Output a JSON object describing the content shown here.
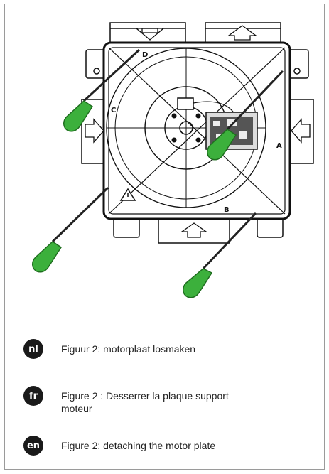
{
  "figure": {
    "labels": {
      "a": "A",
      "b": "B",
      "c": "C",
      "d": "D"
    },
    "icons": [
      "arrow-down-icon",
      "arrow-up-icon",
      "arrow-right-icon",
      "arrow-left-icon",
      "warning-icon",
      "screwdriver-icon"
    ],
    "colors": {
      "screwdriver_handle": "#3cb03c",
      "screwdriver_dark": "#1f6e1f",
      "line": "#111111"
    }
  },
  "captions": [
    {
      "lang": "nl",
      "text": "Figuur 2: motorplaat losmaken"
    },
    {
      "lang": "fr",
      "text": "Figure 2 : Desserrer la plaque support moteur"
    },
    {
      "lang": "en",
      "text": "Figure 2: detaching the motor plate"
    }
  ]
}
